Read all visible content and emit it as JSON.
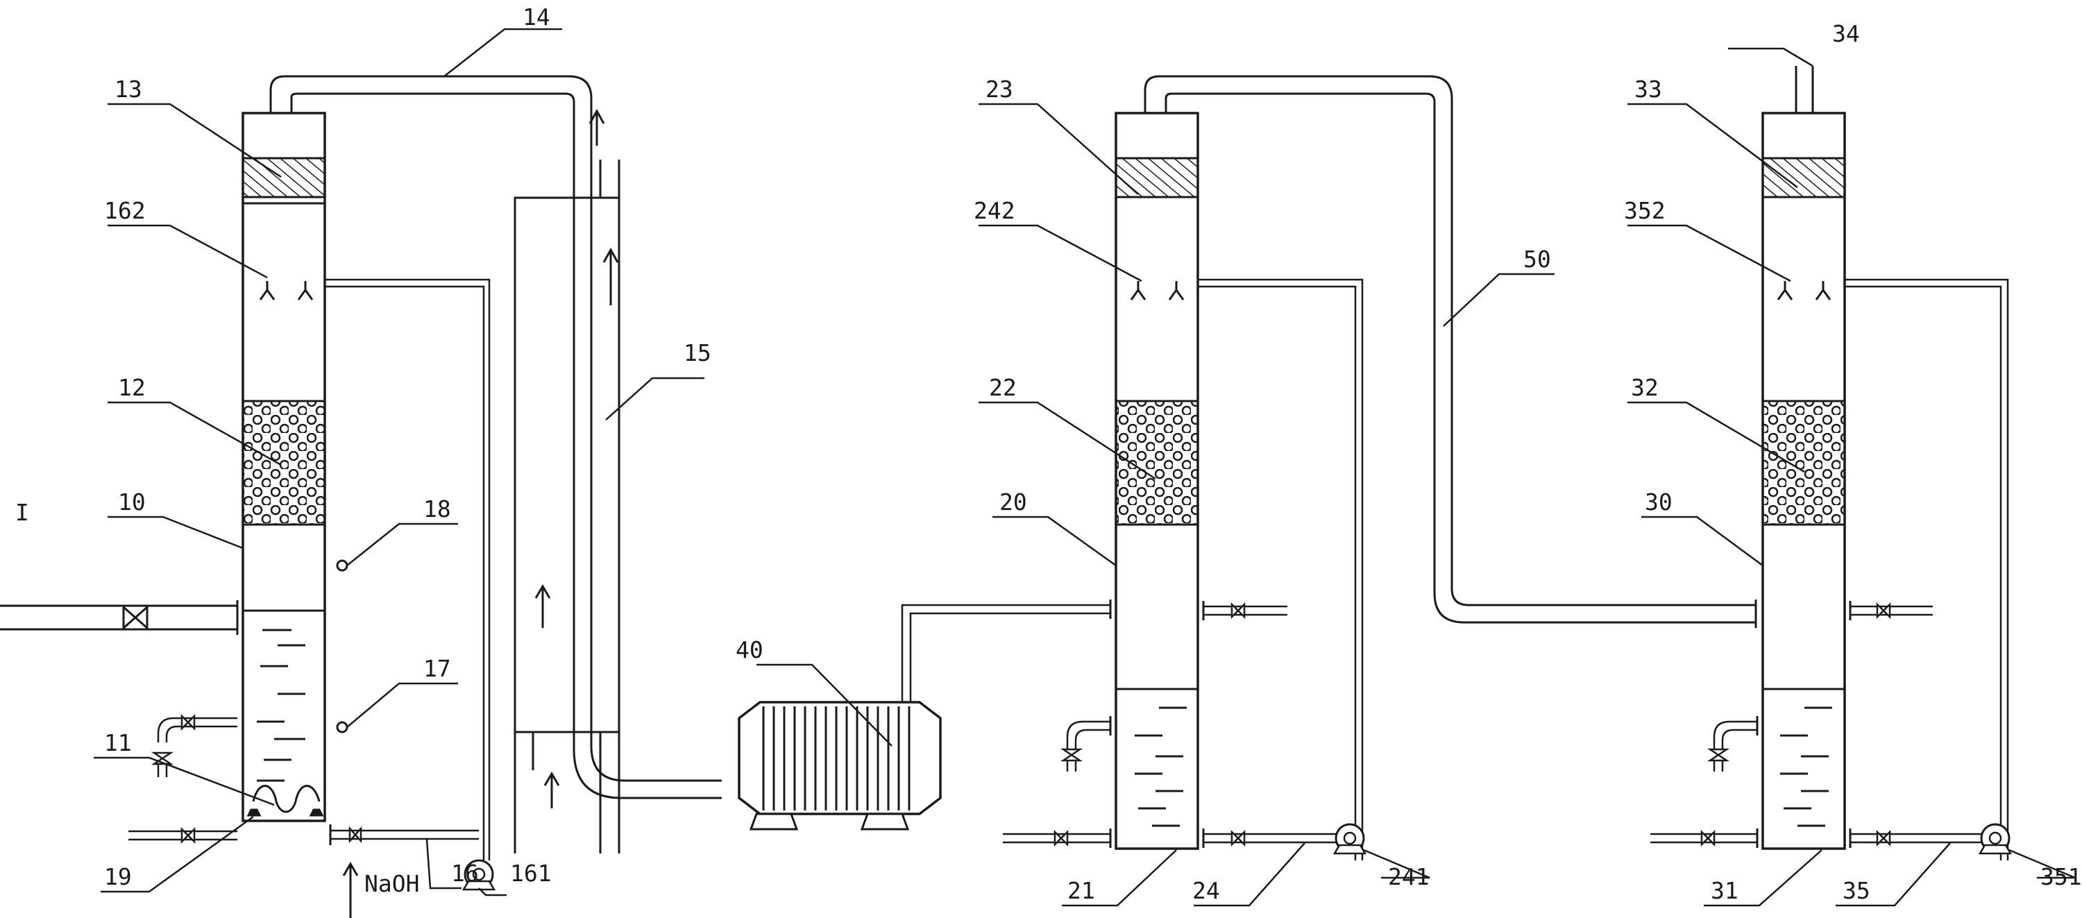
{
  "labels": {
    "l10": "10",
    "l11": "11",
    "l12": "12",
    "l13": "13",
    "l14": "14",
    "l15": "15",
    "l16": "16",
    "l161": "161",
    "l162": "162",
    "l17": "17",
    "l18": "18",
    "l19": "19",
    "l20": "20",
    "l21": "21",
    "l22": "22",
    "l23": "23",
    "l24": "24",
    "l241": "241",
    "l242": "242",
    "l30": "30",
    "l31": "31",
    "l32": "32",
    "l33": "33",
    "l34": "34",
    "l35": "35",
    "l351": "351",
    "l352": "352",
    "l40": "40",
    "l50": "50",
    "naoh": "NaOH",
    "side_mark": "I"
  }
}
